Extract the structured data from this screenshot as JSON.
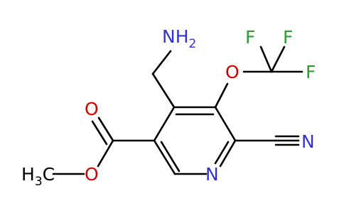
{
  "molecule": {
    "labels": {
      "amine_N": "N",
      "amine_H": "H",
      "amine_sub": "2",
      "ether_O": "O",
      "F1": "F",
      "F2": "F",
      "F3": "F",
      "nitrile_N": "N",
      "ring_N": "N",
      "carbonyl_O": "O",
      "ester_O": "O",
      "methyl_CH": "H",
      "methyl_C_prefix": "C",
      "methyl_sub": "3",
      "methyl_C": "C"
    },
    "colors": {
      "bond": "#000000",
      "nitrogen": "#3333cc",
      "oxygen": "#cc0000",
      "fluorine": "#339933",
      "carbon_label": "#000000"
    }
  }
}
